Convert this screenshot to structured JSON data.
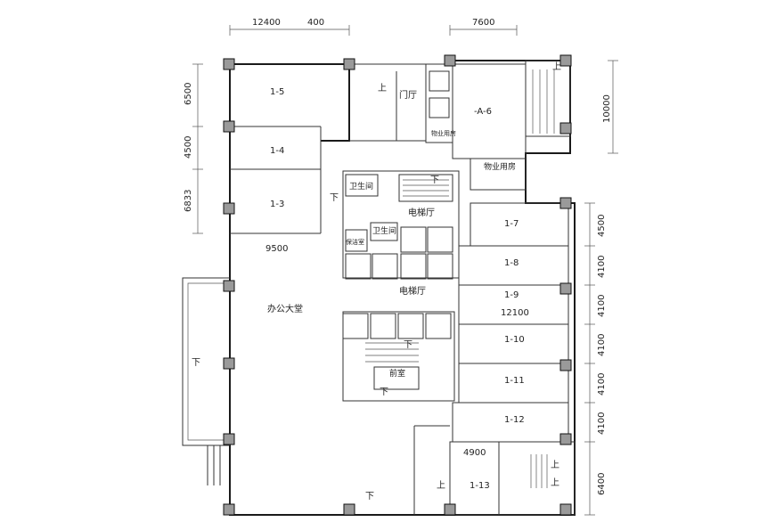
{
  "dimensions_top": {
    "left_a": "12400",
    "left_b": "400",
    "right": "7600"
  },
  "dimensions_left": [
    "6500",
    "4500",
    "6833"
  ],
  "dimensions_right_top": "10000",
  "dimensions_right": [
    "4500",
    "4100",
    "4100",
    "4100",
    "4100",
    "4100",
    "6400"
  ],
  "dimensions_inner": {
    "d9500": "9500",
    "d12100": "12100",
    "d4900": "4900"
  },
  "rooms": {
    "r1_5": "1-5",
    "r1_4": "1-4",
    "r1_3": "1-3",
    "r1_6": "-A-6",
    "r1_7": "1-7",
    "r1_8": "1-8",
    "r1_9": "1-9",
    "r1_10": "1-10",
    "r1_11": "1-11",
    "r1_12": "1-12",
    "r1_13": "1-13"
  },
  "spaces": {
    "lobby_door": "门厅",
    "property_room": "物业用房",
    "toilet_1": "卫生间",
    "toilet_2": "卫生间",
    "elevator_hall_1": "电梯厅",
    "elevator_hall_2": "电梯厅",
    "office_hall": "办公大堂",
    "front_room": "前室",
    "cleaning": "保洁室",
    "property_small": "物业用房"
  },
  "stair_marks": {
    "down": "下",
    "up": "上"
  }
}
